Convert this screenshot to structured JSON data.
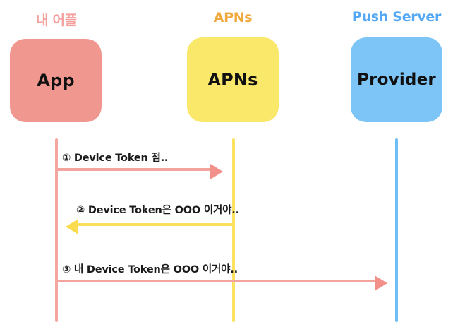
{
  "diagram": {
    "type": "sequence-diagram",
    "background_color": "#ffffff",
    "columns": [
      {
        "id": "app",
        "header_label": "내 어플",
        "header_color": "#F4A09C",
        "box_label": "App",
        "box_color": "#F09890",
        "lifeline_color": "#F4A7A0"
      },
      {
        "id": "apns",
        "header_label": "APNs",
        "header_color": "#F0A93C",
        "box_label": "APNs",
        "box_color": "#FAE86A",
        "lifeline_color": "#FBE35F"
      },
      {
        "id": "provider",
        "header_label": "Push Server",
        "header_color": "#53A8F5",
        "box_label": "Provider",
        "box_color": "#7EC5F7",
        "lifeline_color": "#6FBDF5"
      }
    ],
    "messages": [
      {
        "number": "①",
        "label": "① Device Token 점..",
        "from": "app",
        "to": "apns",
        "direction": "right",
        "color": "#F2A49D"
      },
      {
        "number": "②",
        "label": "② Device Token은 OOO 이거야..",
        "from": "apns",
        "to": "app",
        "direction": "left",
        "color": "#FBE05C"
      },
      {
        "number": "③",
        "label": "③ 내 Device Token은 OOO 이거야..",
        "from": "app",
        "to": "provider",
        "direction": "right",
        "color": "#F2A49D"
      }
    ]
  }
}
